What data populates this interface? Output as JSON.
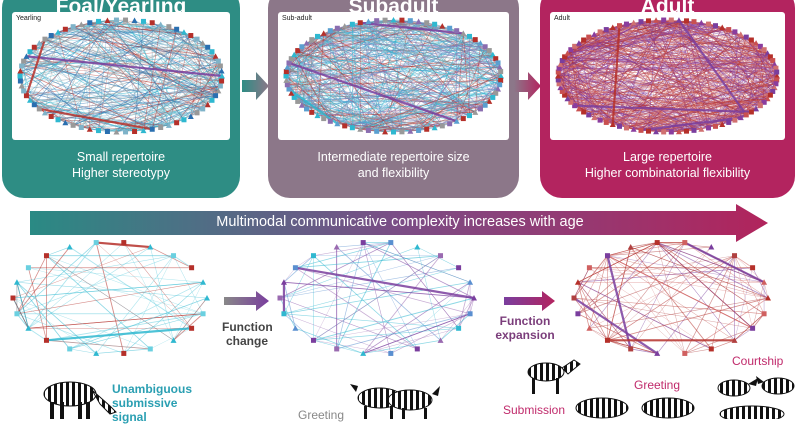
{
  "colors": {
    "teal": "#2e8d84",
    "mauve": "#8c7789",
    "magenta": "#b3245f",
    "cyan": "#2fb8d0",
    "purple": "#7a3e9e",
    "red": "#b5302a"
  },
  "stages": [
    {
      "title": "Foal/Yearling",
      "net_label": "Yearling",
      "caption": [
        "Small repertoire",
        "Higher stereotypy"
      ]
    },
    {
      "title": "Subadult",
      "net_label": "Sub-adult",
      "caption": [
        "Intermediate repertoire size",
        "and flexibility"
      ]
    },
    {
      "title": "Adult",
      "net_label": "Adult",
      "caption": [
        "Large repertoire",
        "Higher combinatorial flexibility"
      ]
    }
  ],
  "banner": "Multimodal communicative complexity increases with age",
  "transitions": [
    {
      "label": [
        "Function",
        "change"
      ]
    },
    {
      "label": [
        "Function",
        "expansion"
      ]
    }
  ],
  "behaviors": [
    {
      "label": [
        "Unambiguous",
        "submissive",
        "signal"
      ]
    },
    {
      "label": [
        "Greeting"
      ]
    },
    {
      "label": [
        "Courtship"
      ]
    },
    {
      "label": [
        "Greeting"
      ]
    },
    {
      "label": [
        "Submission"
      ]
    }
  ]
}
